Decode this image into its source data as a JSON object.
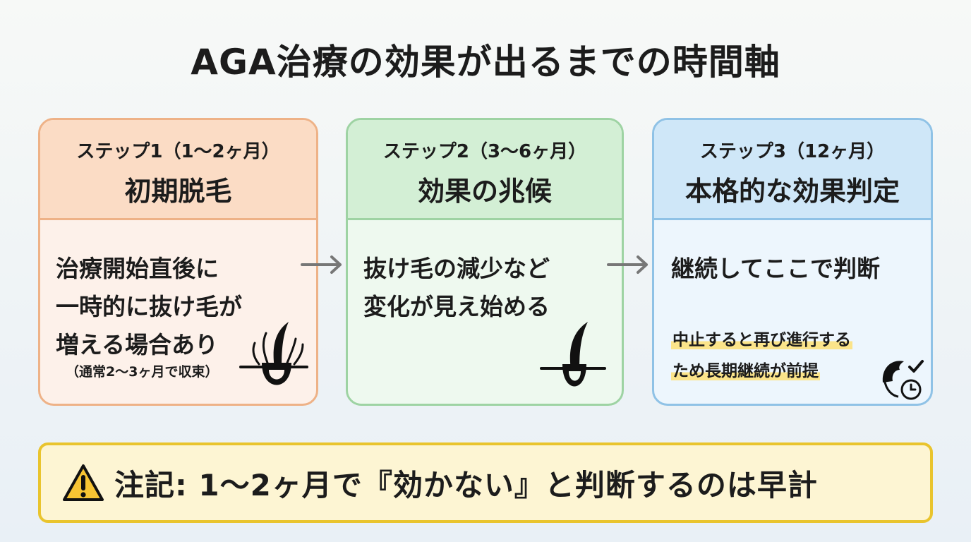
{
  "title": "AGA治療の効果が出るまでの時間軸",
  "steps": [
    {
      "step": "ステップ1（1〜2ヶ月）",
      "name": "初期脱毛",
      "desc": [
        "治療開始直後に",
        "一時的に抜け毛が",
        "増える場合あり"
      ],
      "note": "（通常2〜3ヶ月で収束）",
      "icon": "hair-shedding-icon"
    },
    {
      "step": "ステップ2（3〜6ヶ月）",
      "name": "効果の兆候",
      "desc": [
        "抜け毛の減少など",
        "変化が見え始める"
      ],
      "icon": "single-hair-icon"
    },
    {
      "step": "ステップ3（12ヶ月）",
      "name": "本格的な効果判定",
      "desc": [
        "継続してここで判断"
      ],
      "warning": [
        "中止すると再び進行する",
        "ため長期継続が前提"
      ],
      "icon": "hair-clock-check-icon"
    }
  ],
  "footer_note": "注記: 1〜2ヶ月で『効かない』と判断するのは早計",
  "colors": {
    "step1_border": "#eeb287",
    "step1_header": "#fbdcc5",
    "step2_border": "#9ed3a3",
    "step2_header": "#d3efd5",
    "step3_border": "#8fc2e6",
    "step3_header": "#cfe7f8",
    "note_border": "#e9c42d",
    "note_bg": "#fdf5d3",
    "highlight": "#fbe48a"
  }
}
